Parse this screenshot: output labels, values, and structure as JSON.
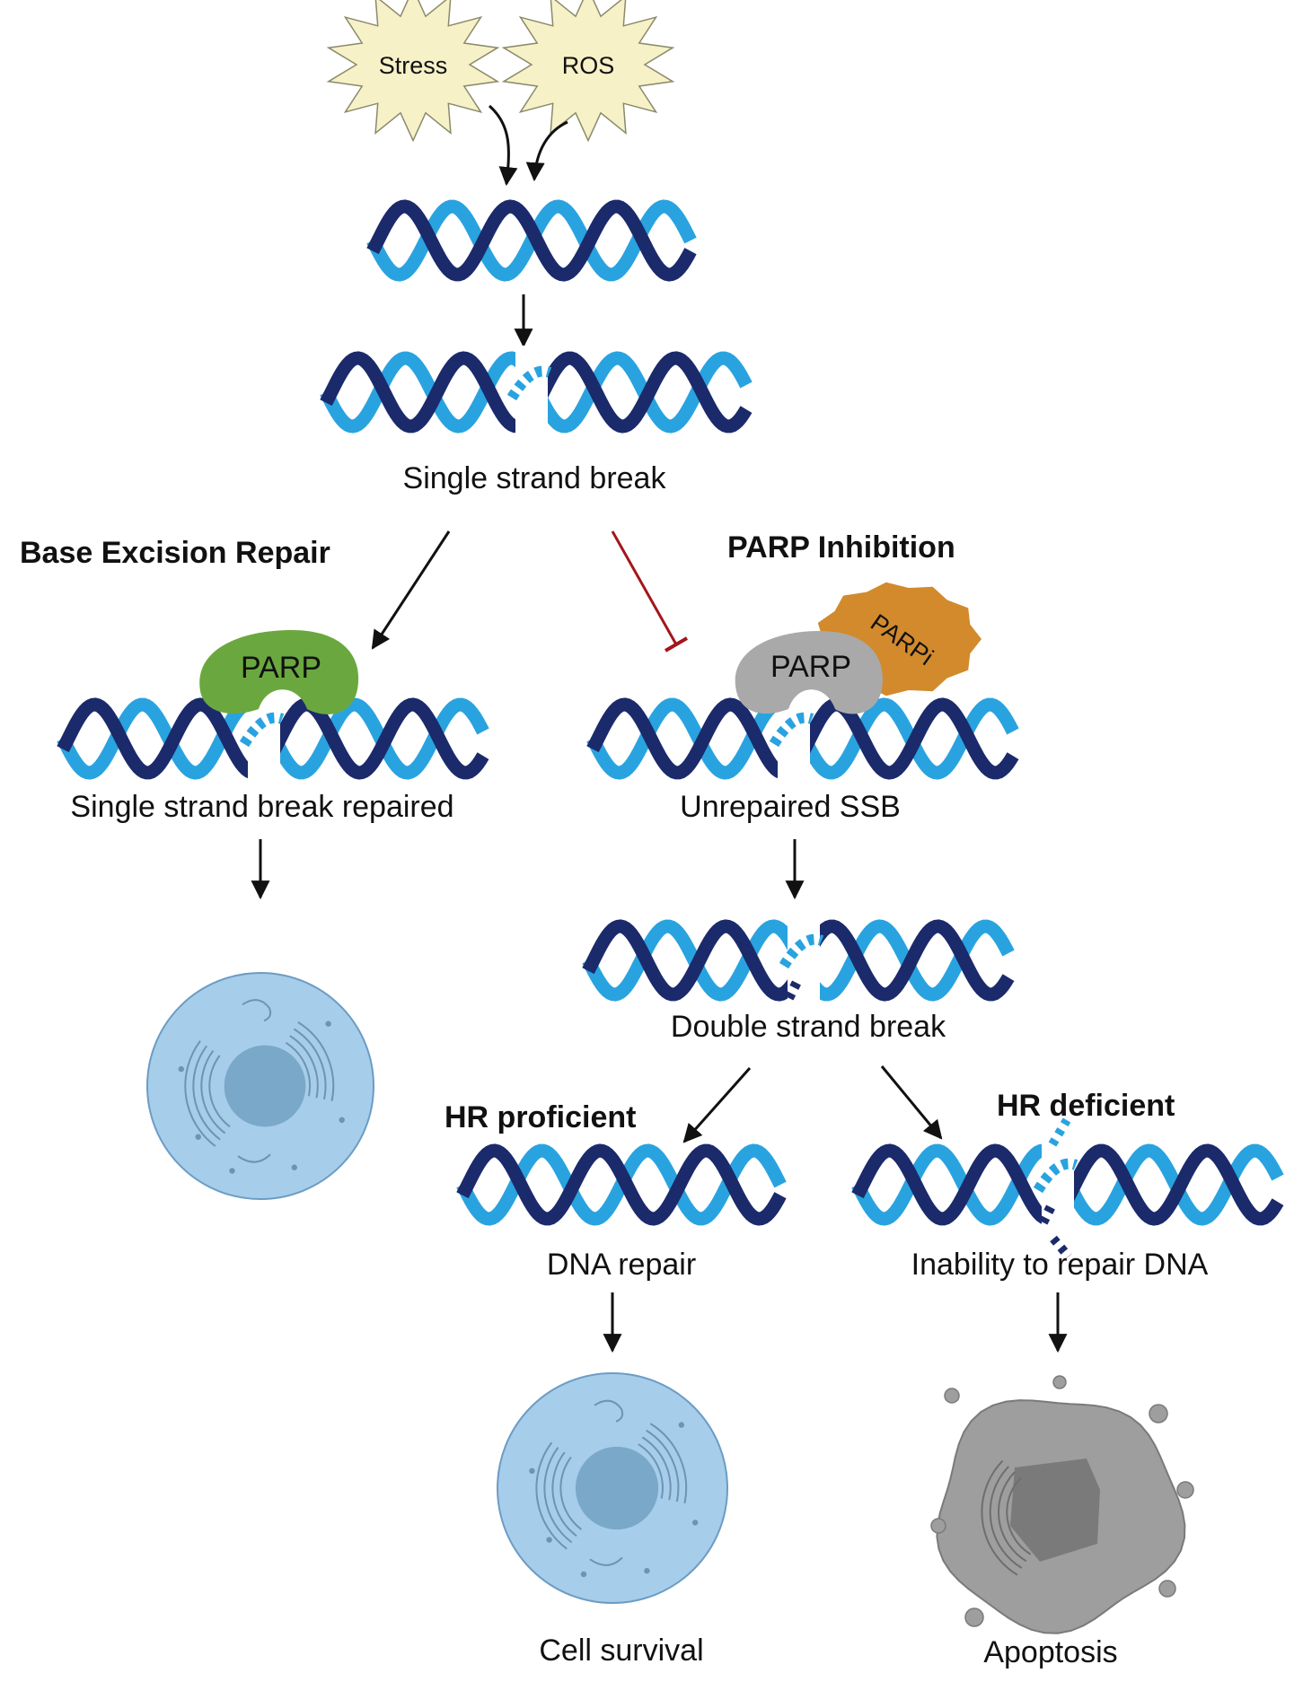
{
  "triggers": {
    "stress": "Stress",
    "ros": "ROS"
  },
  "labels": {
    "single_strand_break": "Single strand break",
    "base_excision_repair": "Base Excision Repair",
    "parp_inhibition": "PARP Inhibition",
    "parp": "PARP",
    "parpi": "PARPi",
    "ssb_repaired": "Single strand break repaired",
    "unrepaired_ssb": "Unrepaired SSB",
    "double_strand_break": "Double strand break",
    "hr_proficient": "HR proficient",
    "hr_deficient": "HR deficient",
    "dna_repair": "DNA repair",
    "inability_to_repair": "Inability to repair DNA",
    "cell_survival": "Cell survival",
    "apoptosis": "Apoptosis"
  },
  "colors": {
    "strand_dark": "#1b2a6b",
    "strand_light": "#29a3e0",
    "starburst_fill": "#f7f1c8",
    "parp_green": "#6aa83f",
    "parp_gray": "#a9a9a9",
    "parpi_orange": "#d28a2c",
    "inhibition_red": "#a3161b",
    "cell_blue": "#a6cdea",
    "cell_gray": "#9e9e9e"
  }
}
